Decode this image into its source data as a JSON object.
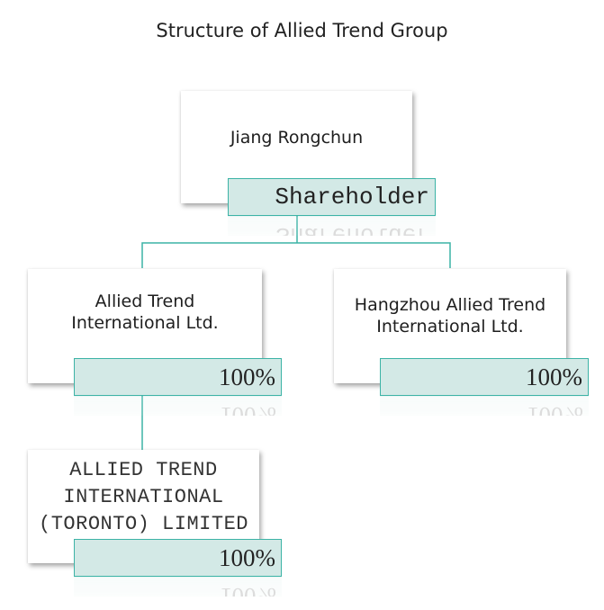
{
  "title": "Structure of Allied Trend Group",
  "nodes": {
    "root": {
      "name": "Jiang Rongchun",
      "tag": "Shareholder"
    },
    "left": {
      "name": "Allied Trend\nInternational Ltd.",
      "tag": "100%"
    },
    "right": {
      "name": "Hangzhou Allied Trend\nInternational Ltd.",
      "tag": "100%"
    },
    "child": {
      "name": "ALLIED TREND\nINTERNATIONAL\n(TORONTO) LIMITED",
      "tag": "100%"
    }
  },
  "colors": {
    "connector": "#3cb3a6",
    "tag_fill": "#d3e9e6",
    "tag_border": "#3cb3a6"
  }
}
